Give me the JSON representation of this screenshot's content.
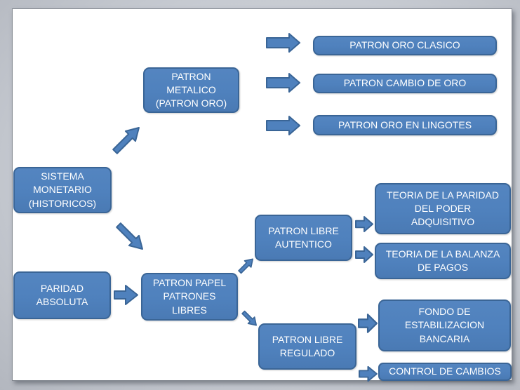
{
  "diagram": {
    "title": "Sistema monetario - patrones (flowchart slide)",
    "colors": {
      "box_fill": "#4f81bd",
      "box_border": "#3a6596",
      "box_text": "#ffffff",
      "slide_background": "#ffffff",
      "workspace_background": "#c7cad1"
    },
    "nodes": [
      {
        "id": "sistema-monetario",
        "label": "SISTEMA\nMONETARIO\n(HISTORICOS)"
      },
      {
        "id": "patron-metalico",
        "label": "PATRON\nMETALICO\n(PATRON ORO)"
      },
      {
        "id": "patron-oro-clasico",
        "label": "PATRON ORO CLASICO"
      },
      {
        "id": "patron-cambio-de-oro",
        "label": "PATRON CAMBIO DE ORO"
      },
      {
        "id": "patron-oro-en-lingotes",
        "label": "PATRON ORO EN LINGOTES"
      },
      {
        "id": "paridad-absoluta",
        "label": "PARIDAD\nABSOLUTA"
      },
      {
        "id": "patron-papel",
        "label": "PATRON PAPEL\nPATRONES\nLIBRES"
      },
      {
        "id": "patron-libre-autentico",
        "label": "PATRON LIBRE\nAUTENTICO"
      },
      {
        "id": "teoria-paridad",
        "label": "TEORIA DE LA PARIDAD\nDEL PODER\nADQUISITIVO"
      },
      {
        "id": "teoria-balanza",
        "label": "TEORIA DE LA BALANZA\nDE PAGOS"
      },
      {
        "id": "patron-libre-regulado",
        "label": "PATRON LIBRE\nREGULADO"
      },
      {
        "id": "fondo-estabilizacion",
        "label": "FONDO DE\nESTABILIZACION\nBANCARIA"
      },
      {
        "id": "control-de-cambios",
        "label": "CONTROL DE CAMBIOS"
      }
    ],
    "edges": [
      {
        "from": "sistema-monetario",
        "to": "patron-metalico",
        "arrow": "arrow-ne-big"
      },
      {
        "from": "patron-metalico",
        "to": "patron-oro-clasico",
        "arrow": "arrow-right-long-1"
      },
      {
        "from": "patron-metalico",
        "to": "patron-cambio-de-oro",
        "arrow": "arrow-right-long-2"
      },
      {
        "from": "patron-metalico",
        "to": "patron-oro-en-lingotes",
        "arrow": "arrow-right-long-3"
      },
      {
        "from": "sistema-monetario",
        "to": "patron-papel",
        "arrow": "arrow-se-big"
      },
      {
        "from": "paridad-absoluta",
        "to": "patron-papel",
        "arrow": "arrow-right-mid"
      },
      {
        "from": "patron-papel",
        "to": "patron-libre-autentico",
        "arrow": "arrow-ne-small"
      },
      {
        "from": "patron-papel",
        "to": "patron-libre-regulado",
        "arrow": "arrow-se-small"
      },
      {
        "from": "patron-libre-autentico",
        "to": "teoria-paridad",
        "arrow": "arrow-right-stub-1"
      },
      {
        "from": "patron-libre-autentico",
        "to": "teoria-balanza",
        "arrow": "arrow-right-stub-2"
      },
      {
        "from": "patron-libre-regulado",
        "to": "fondo-estabilizacion",
        "arrow": "arrow-right-stub-3"
      },
      {
        "from": "patron-libre-regulado",
        "to": "control-de-cambios",
        "arrow": "arrow-right-stub-4"
      }
    ]
  }
}
